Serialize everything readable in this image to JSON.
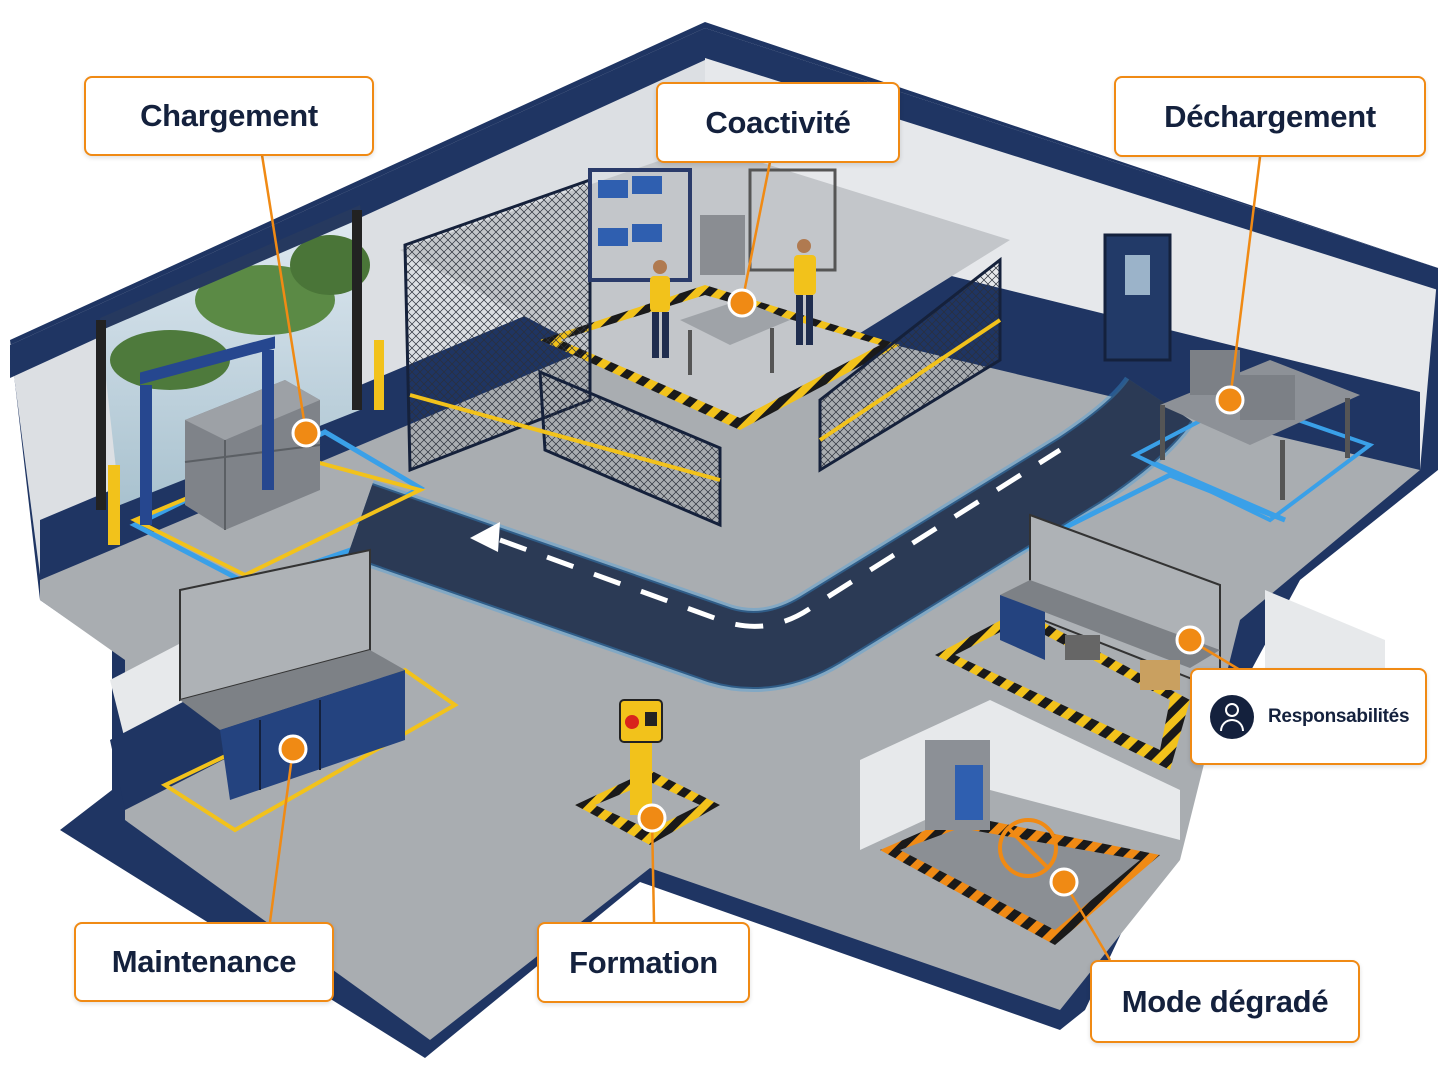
{
  "labels": {
    "chargement": "Chargement",
    "coactivite": "Coactivité",
    "dechargement": "Déchargement",
    "responsabilites": "Responsabilités",
    "maintenance": "Maintenance",
    "formation": "Formation",
    "mode_degrade": "Mode dégradé"
  },
  "icons": {
    "responsabilites": "person-icon",
    "emergency": "emergency-button-icon",
    "no_entry": "no-entry-person-icon"
  },
  "colors": {
    "accent": "#f08a14",
    "wall_navy": "#1f3563",
    "floor": "#a9adb1",
    "lane_blue": "#3aa0e8",
    "road": "#2b3a55",
    "hazard_yellow": "#f2c21b",
    "text": "#14213d"
  }
}
